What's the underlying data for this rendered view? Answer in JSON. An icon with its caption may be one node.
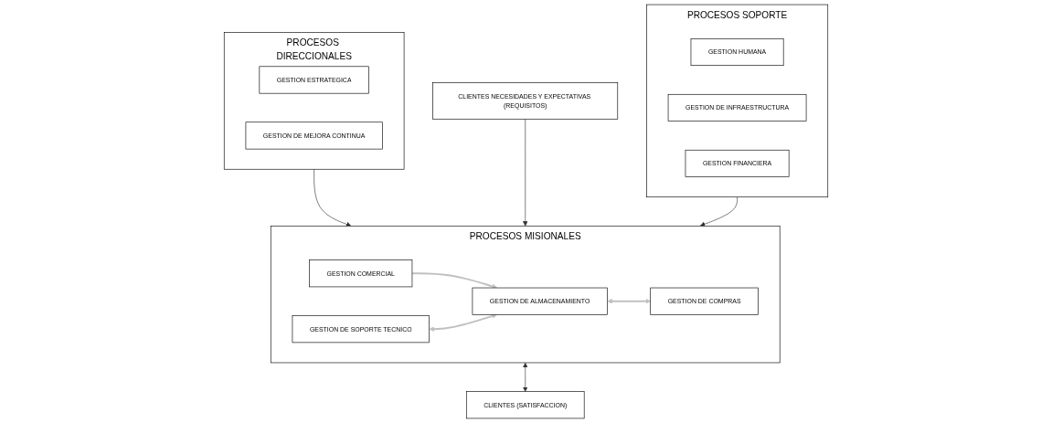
{
  "diagram": {
    "nodes": [
      {
        "text": [
          "PROCESOS DIRECCIONALES"
        ]
      },
      {
        "text": [
          "GESTION ESTRATEGICA"
        ],
        "in": 0
      },
      {
        "text": [
          "GESTION DE MEJORA CONTINUA"
        ],
        "in": 0
      },
      {
        "text": [
          "CLIENTES NECESIDADES Y EXPECTATIVAS (REQUISITOS)"
        ]
      },
      {
        "text": [
          "PROCESOS MISIONALES"
        ]
      },
      {
        "text": [
          "GESTION DE SOPORTE TECNICO"
        ],
        "in": 4
      },
      {
        "text": [
          "GESTION COMERCIAL"
        ],
        "in": 4
      },
      {
        "text": [
          "GESTION DE ALMACENAMIENTO"
        ],
        "in": 4
      },
      {
        "text": [
          "GESTION DE COMPRAS"
        ],
        "in": 4
      },
      {
        "text": [
          "CLIENTES (SATISFACCION)"
        ]
      },
      {
        "text": [
          "PROCESOS SOPORTE"
        ]
      },
      {
        "text": [
          "GESTION HUMANA"
        ],
        "in": 10
      },
      {
        "text": [
          "GESTION DE INFRAESTRUCTURA"
        ],
        "in": 10
      },
      {
        "text": [
          "GESTION FINANCIERA"
        ],
        "in": 10
      }
    ],
    "edges": [
      {
        "from": 0,
        "to": 4,
        "arrow": "to"
      },
      {
        "from": 3,
        "to": 4,
        "arrow": "to"
      },
      {
        "from": 6,
        "to": 7,
        "arrow": "to",
        "color": "#c0c0c0"
      },
      {
        "from": 5,
        "to": 7,
        "arrow": "both",
        "color": "#c0c0c0"
      },
      {
        "from": 7,
        "to": 8,
        "arrow": "both",
        "color": "#c0c0c0"
      },
      {
        "from": 4,
        "to": 9,
        "arrow": "both"
      },
      {
        "from": 10,
        "to": 4,
        "arrow": "to"
      }
    ]
  }
}
